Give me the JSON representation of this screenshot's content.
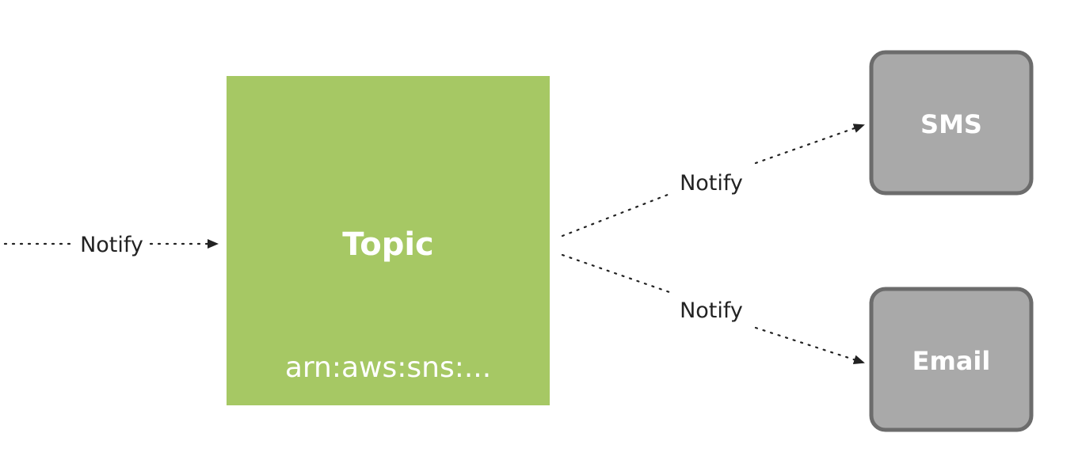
{
  "diagram": {
    "topic": {
      "title": "Topic",
      "arn": "arn:aws:sns:..."
    },
    "subscribers": [
      {
        "label": "SMS"
      },
      {
        "label": "Email"
      }
    ],
    "edges": {
      "incoming_label": "Notify",
      "to_sms_label": "Notify",
      "to_email_label": "Notify"
    }
  },
  "colors": {
    "topic_fill": "#a6c864",
    "topic_text": "#ffffff",
    "subscriber_fill": "#a9a9a9",
    "subscriber_border": "#6c6c6c",
    "subscriber_text": "#ffffff",
    "edge": "#222222",
    "label_text": "#222222"
  }
}
